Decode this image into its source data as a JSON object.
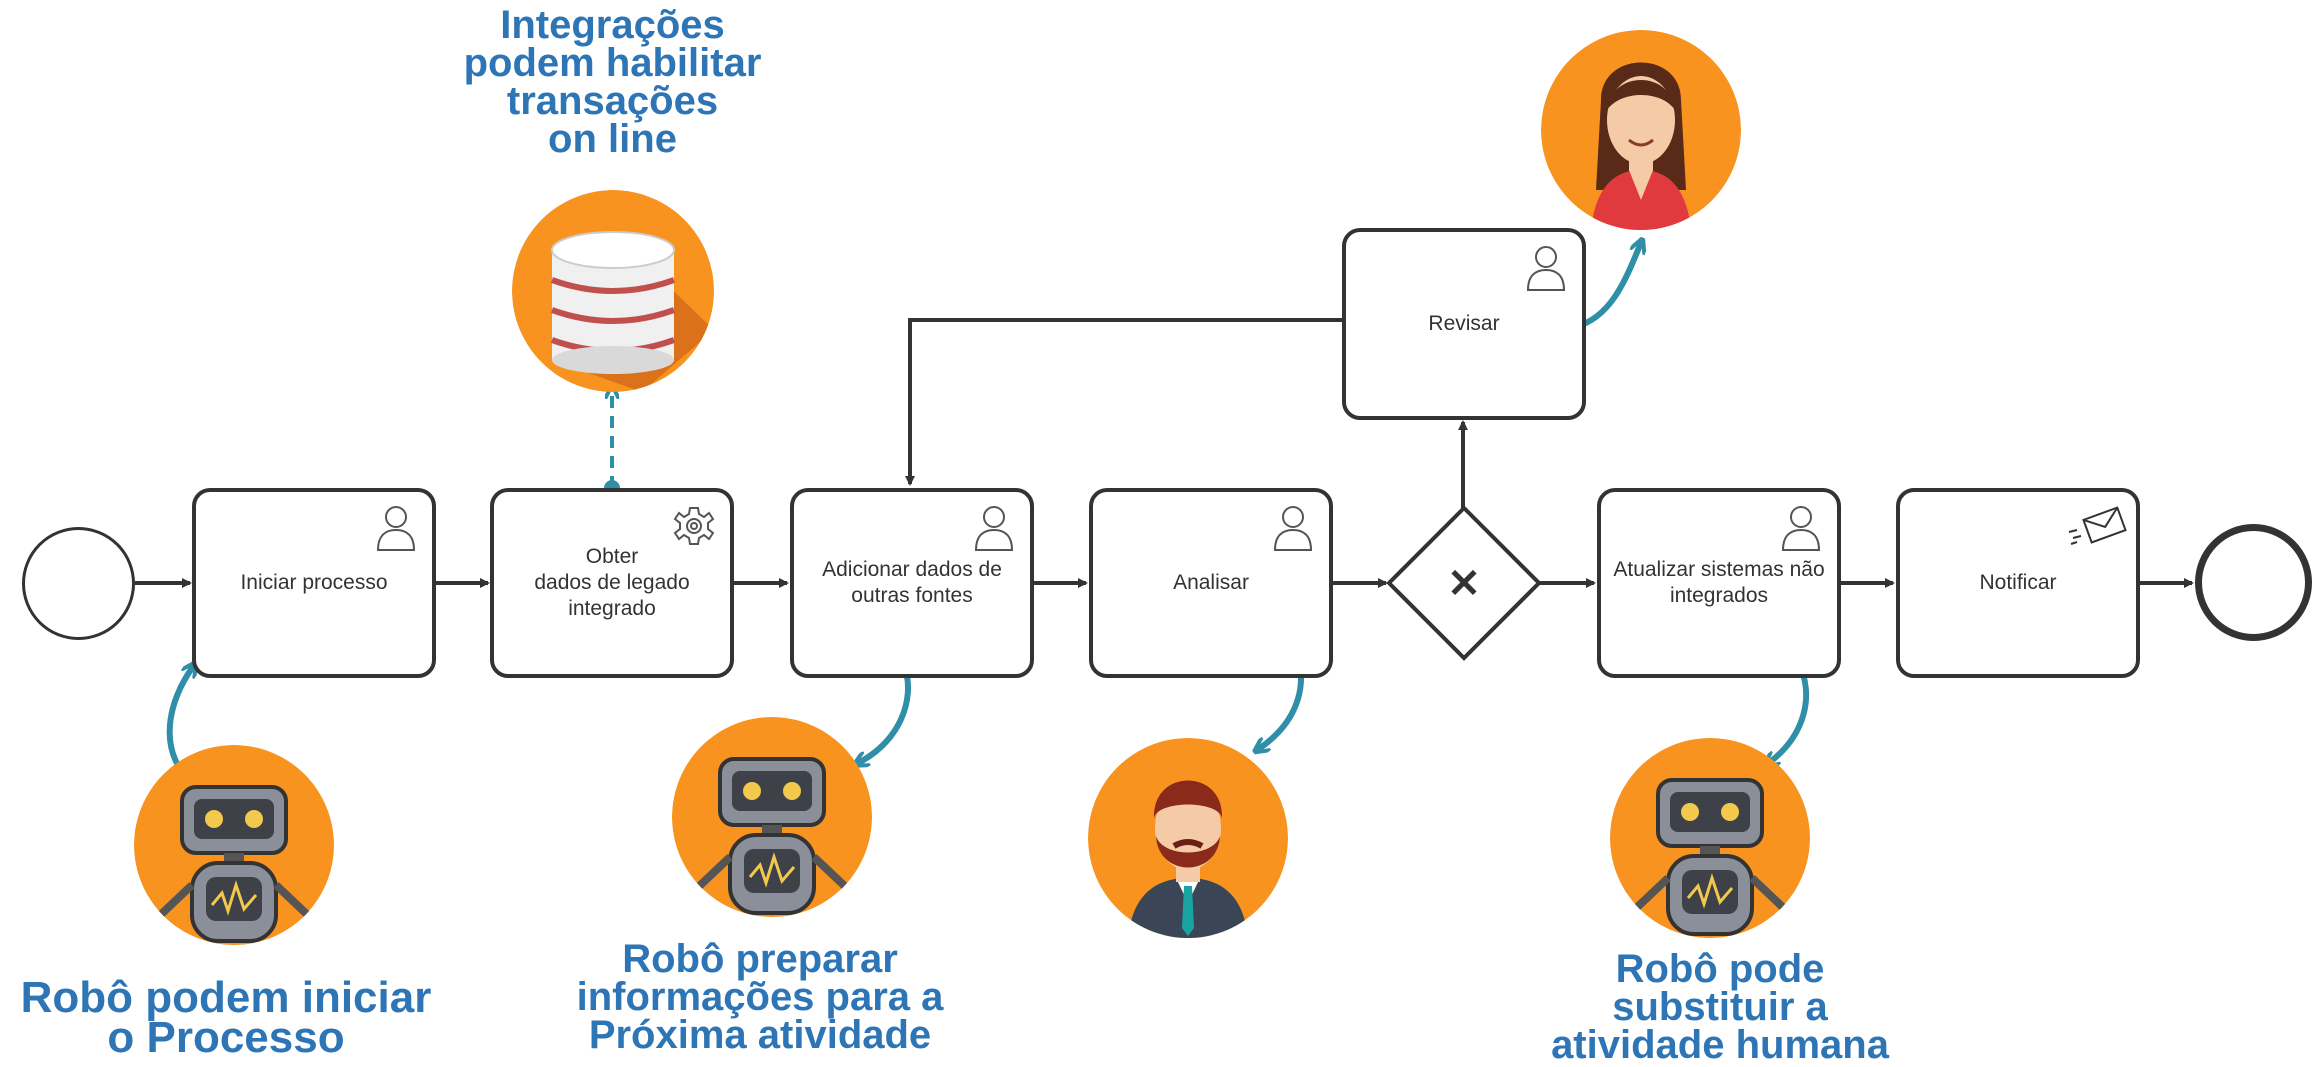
{
  "diagram": {
    "tasks": {
      "iniciar": "Iniciar processo",
      "obter": "Obter\ndados de legado\nintegrado",
      "adicionar": "Adicionar    dados de\noutras fontes",
      "analisar": "Analisar",
      "revisar": "Revisar",
      "atualizar": "Atualizar sistemas não\nintegrados",
      "notificar": "Notificar"
    },
    "captions": {
      "integracoes": "Integrações\npodem habilitar\ntransações\non line",
      "robo_iniciar": "Robô podem iniciar\no Processo",
      "robo_preparar": "Robô preparar\ninformações para a\nPróxima atividade",
      "robo_substituir": "Robô pode\nsubstituir a\natividade humana"
    },
    "gateway_symbol": "✕"
  },
  "colors": {
    "accent_orange": "#f7931e",
    "caption_blue": "#2e75b6",
    "arrow_teal": "#2f8fa8",
    "stroke": "#333333"
  },
  "icons": {
    "user_task": "user-icon",
    "service_task": "gear-icon",
    "send_task": "envelope-icon",
    "database": "database-icon",
    "robot": "robot-icon",
    "woman": "woman-avatar-icon",
    "man": "man-avatar-icon"
  }
}
